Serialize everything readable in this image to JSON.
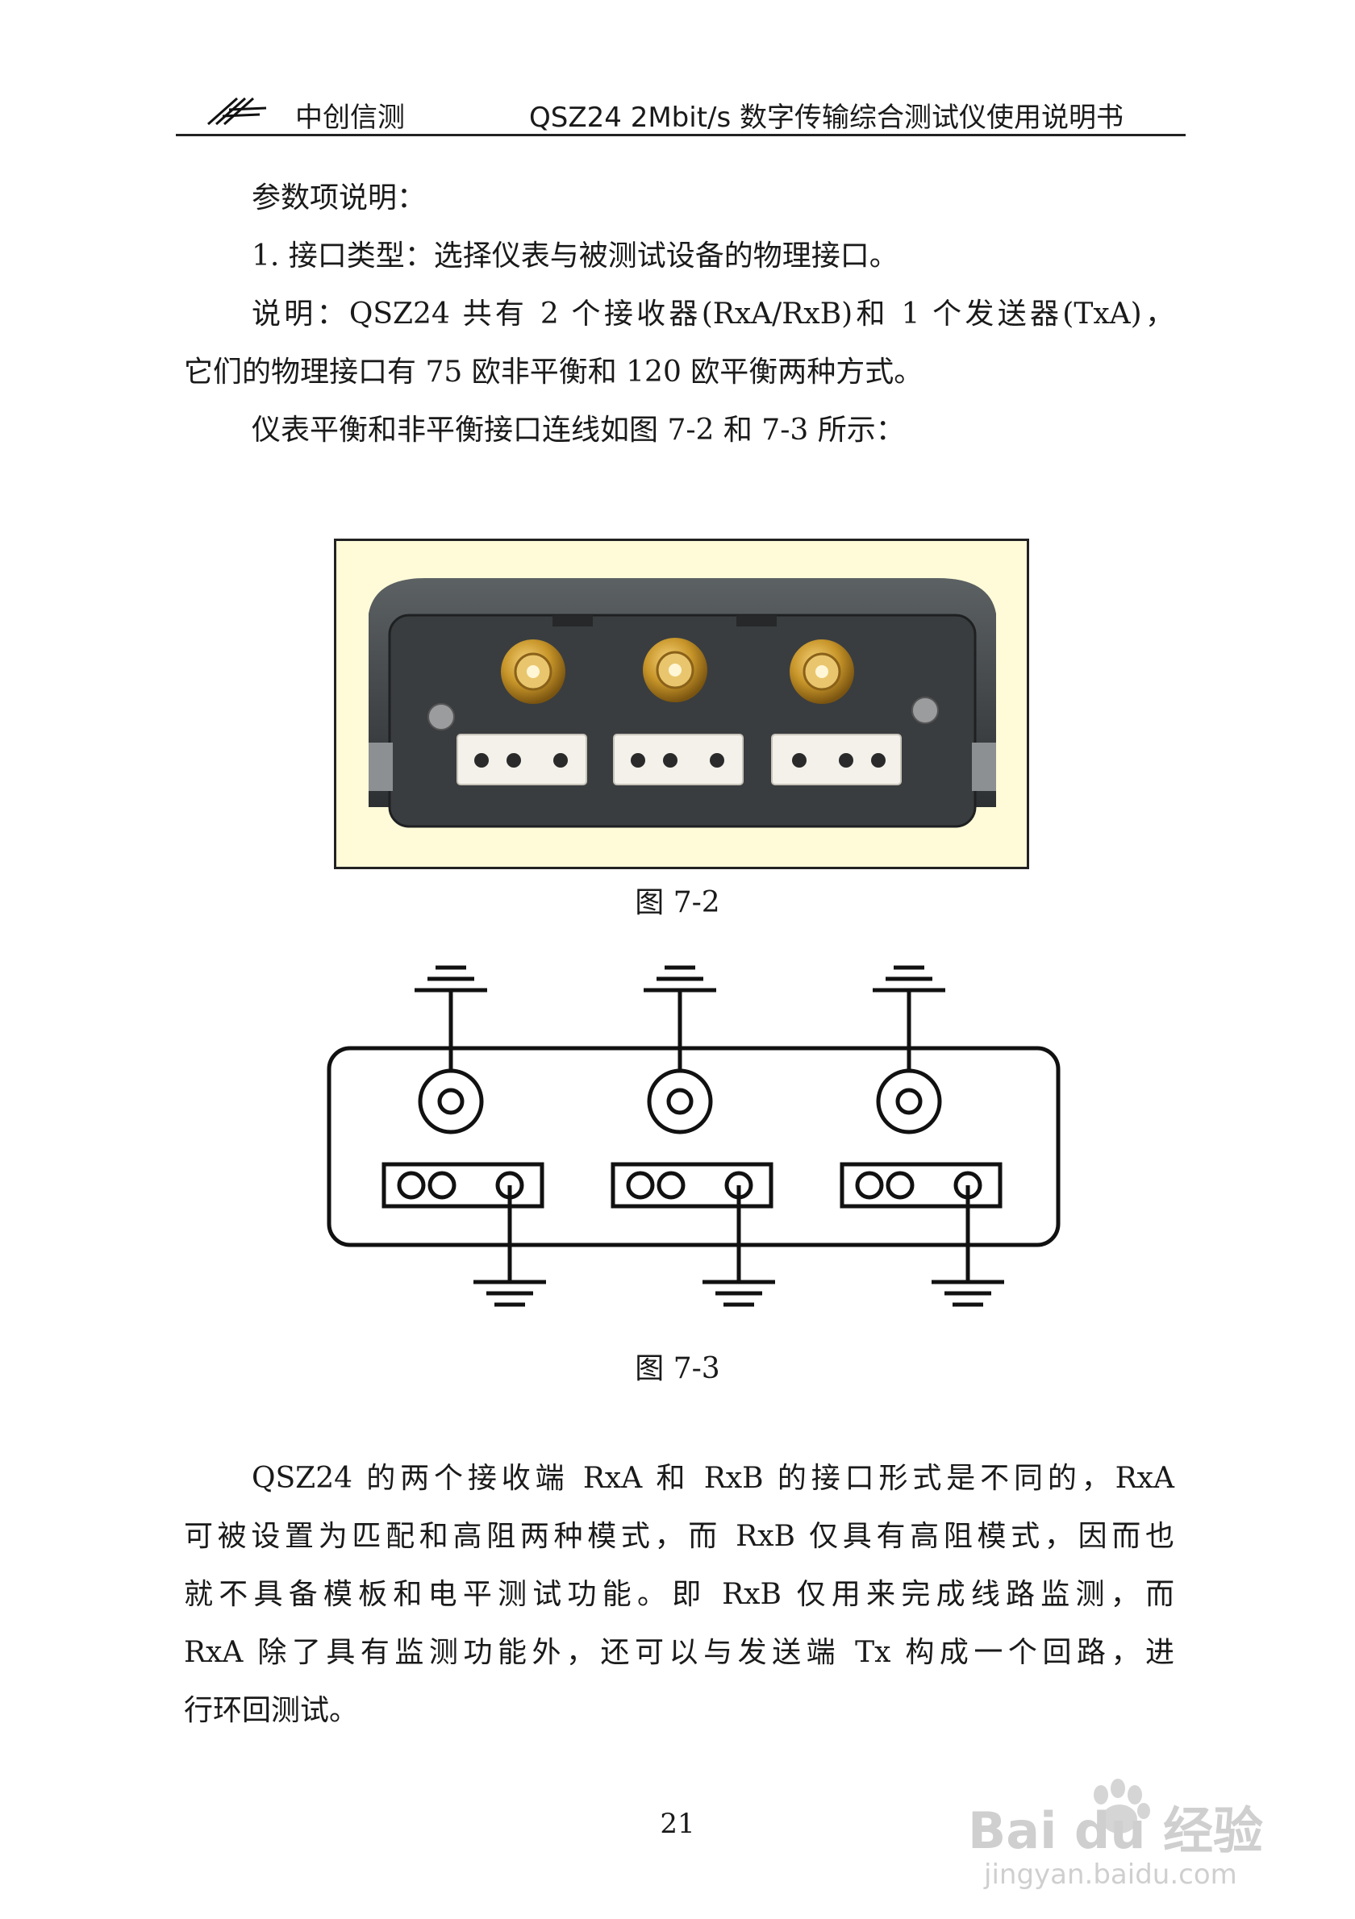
{
  "header": {
    "company": "中创信测",
    "document_title": "QSZ24  2Mbit/s 数字传输综合测试仪使用说明书"
  },
  "body": {
    "para_title": "参数项说明：",
    "item1": "1.  接口类型：选择仪表与被测试设备的物理接口。",
    "note_line1": "说明：QSZ24 共有 2 个接收器(RxA/RxB)和 1 个发送器(TxA)，",
    "note_line2": "它们的物理接口有 75 欧非平衡和 120 欧平衡两种方式。",
    "ref_line": "仪表平衡和非平衡接口连线如图 7-2 和 7-3 所示：",
    "caption_photo": "图 7-2",
    "caption_schematic": "图 7-3",
    "para2_line1": "QSZ24 的两个接收端 RxA 和 RxB 的接口形式是不同的，RxA",
    "para2_line2": "可被设置为匹配和高阻两种模式，而 RxB 仅具有高阻模式，因而也",
    "para2_line3": "就不具备模板和电平测试功能。即 RxB 仅用来完成线路监测，而",
    "para2_line4": "RxA 除了具有监测功能外，还可以与发送端 Tx 构成一个回路，进",
    "para2_line5": "行环回测试。"
  },
  "page_number": "21",
  "watermark": {
    "brand": "Bai du 经验",
    "url": "jingyan.baidu.com"
  },
  "colors": {
    "photo_background": "#fffbd8",
    "device_body": "#3a3d3f",
    "bnc_gold": "#c8962a",
    "terminal_block": "#f4f1ea"
  }
}
